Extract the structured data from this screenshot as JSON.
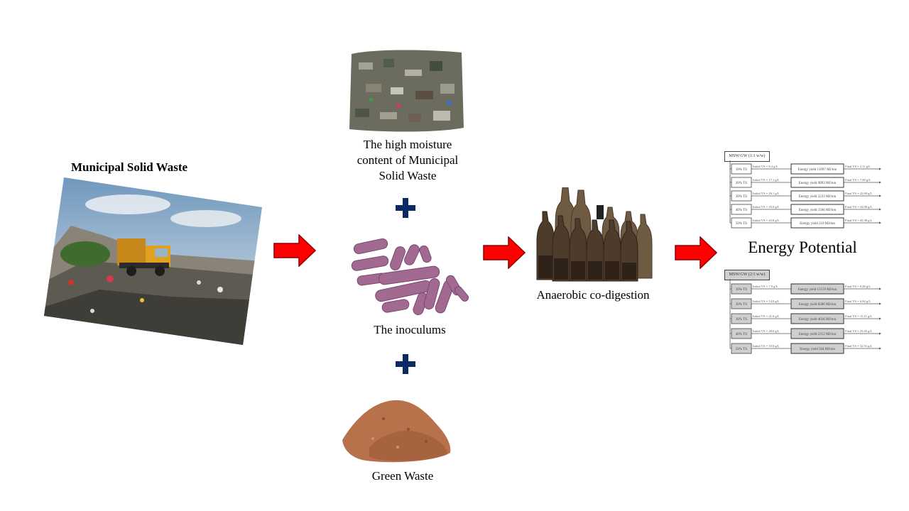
{
  "labels": {
    "msw": "Municipal Solid Waste",
    "moisture_line1": "The high moisture",
    "moisture_line2": "content of Municipal",
    "moisture_line3": "Solid Waste",
    "inoculums": "The inoculums",
    "green_waste": "Green Waste",
    "anaerobic": "Anaerobic co-digestion",
    "energy": "Energy Potential"
  },
  "colors": {
    "arrow_red": "#ff0000",
    "arrow_outline": "#8b0000",
    "plus_navy": "#0a2a66",
    "bacteria": "#a26a90",
    "soil": "#b7714b"
  },
  "panel_top": {
    "title": "MSW:GW (1:1 w/w)",
    "rows": [
      {
        "ts": "10% TS",
        "initial": "Initial VS = 8.4 g/L",
        "energy": "Energy yield 11097 MJ/ton",
        "final": "Final VS = 2.11 g/L"
      },
      {
        "ts": "20% TS",
        "initial": "Initial VS = 17.1 g/L",
        "energy": "Energy yield 9893 MJ/ton",
        "final": "Final VS = 7.69 g/L"
      },
      {
        "ts": "30% TS",
        "initial": "Initial VS = 26.1 g/L",
        "energy": "Energy yield 2233 MJ/ton",
        "final": "Final VS = 22.69 g/L"
      },
      {
        "ts": "40% TS",
        "initial": "Initial VS = 35.0 g/L",
        "energy": "Energy yield 1566 MJ/ton",
        "final": "Final VS = 32.09 g/L"
      },
      {
        "ts": "50% TS",
        "initial": "Initial VS = 43.8 g/L",
        "energy": "Energy yield 210 MJ/ton",
        "final": "Final VS = 43.38 g/L"
      }
    ]
  },
  "panel_bottom": {
    "title": "MSW:GW (2:1 w/w)",
    "rows": [
      {
        "ts": "10% TS",
        "initial": "Initial VS = 7.0 g/L",
        "energy": "Energy yield 15159 MJ/ton",
        "final": "Final VS = 0.46 g/L"
      },
      {
        "ts": "20% TS",
        "initial": "Initial VS = 14.0 g/L",
        "energy": "Energy yield 8286 MJ/ton",
        "final": "Final VS = 6.84 g/L"
      },
      {
        "ts": "30% TS",
        "initial": "Initial VS = 21.0 g/L",
        "energy": "Energy yield 4036 MJ/ton",
        "final": "Final VS = 15.11 g/L"
      },
      {
        "ts": "40% TS",
        "initial": "Initial VS = 28.0 g/L",
        "energy": "Energy yield 2312 MJ/ton",
        "final": "Final VS = 23.65 g/L"
      },
      {
        "ts": "50% TS",
        "initial": "Initial VS = 35.0 g/L",
        "energy": "Energy yield 504 MJ/ton",
        "final": "Final VS = 32.93 g/L"
      }
    ]
  }
}
